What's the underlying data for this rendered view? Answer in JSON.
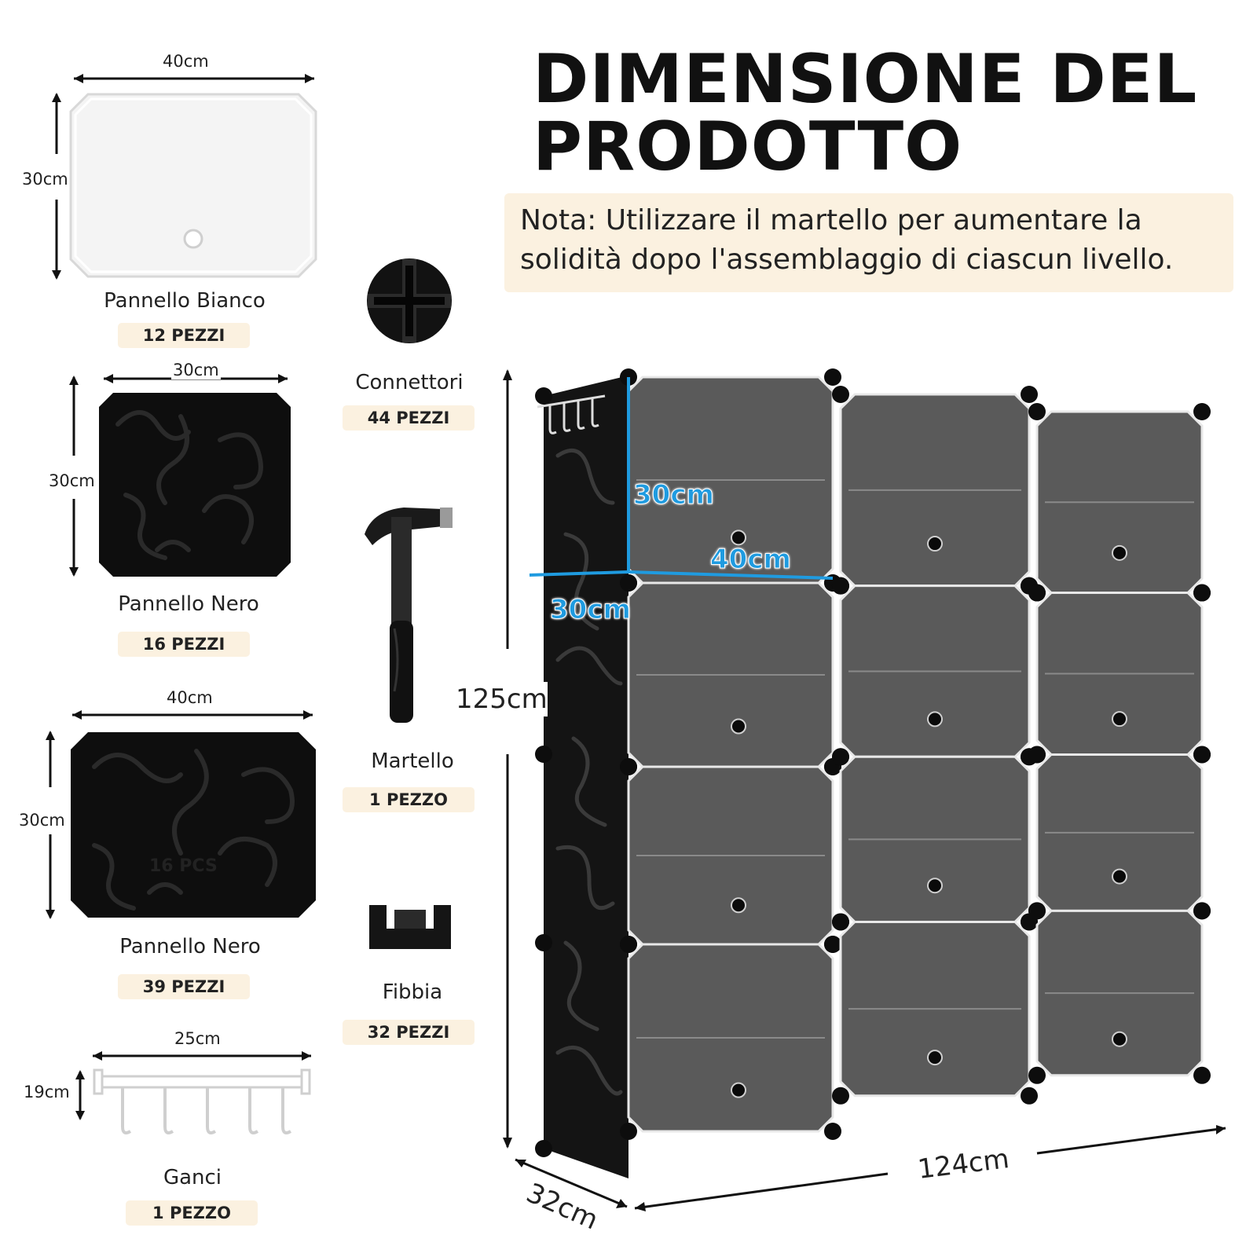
{
  "title_line1": "DIMENSIONE DEL",
  "title_line2": "PRODOTTO",
  "note": "Nota: Utilizzare il martello per aumentare la solidità dopo l'assemblaggio di ciascun livello.",
  "parts": {
    "white_panel": {
      "width": "40cm",
      "height": "30cm",
      "label": "Pannello Bianco",
      "qty": "12 PEZZI"
    },
    "black_panel_small": {
      "width": "30cm",
      "height": "30cm",
      "label": "Pannello Nero",
      "qty": "16 PEZZI"
    },
    "black_panel_large": {
      "width": "40cm",
      "height": "30cm",
      "label": "Pannello Nero",
      "qty": "39 PEZZI",
      "print": "16 PCS"
    },
    "hooks": {
      "width": "25cm",
      "height": "19cm",
      "label": "Ganci",
      "qty": "1 PEZZO"
    },
    "connectors": {
      "label": "Connettori",
      "qty": "44 PEZZI"
    },
    "hammer": {
      "label": "Martello",
      "qty": "1 PEZZO"
    },
    "buckle": {
      "label": "Fibbia",
      "qty": "32 PEZZI"
    }
  },
  "cabinet": {
    "height": "125cm",
    "width": "124cm",
    "depth": "32cm",
    "cube_height": "30cm",
    "cube_width": "40cm",
    "cube_depth": "30cm"
  },
  "colors": {
    "accent_blue": "#1f9be0",
    "badge_bg": "#fbf1e0"
  }
}
